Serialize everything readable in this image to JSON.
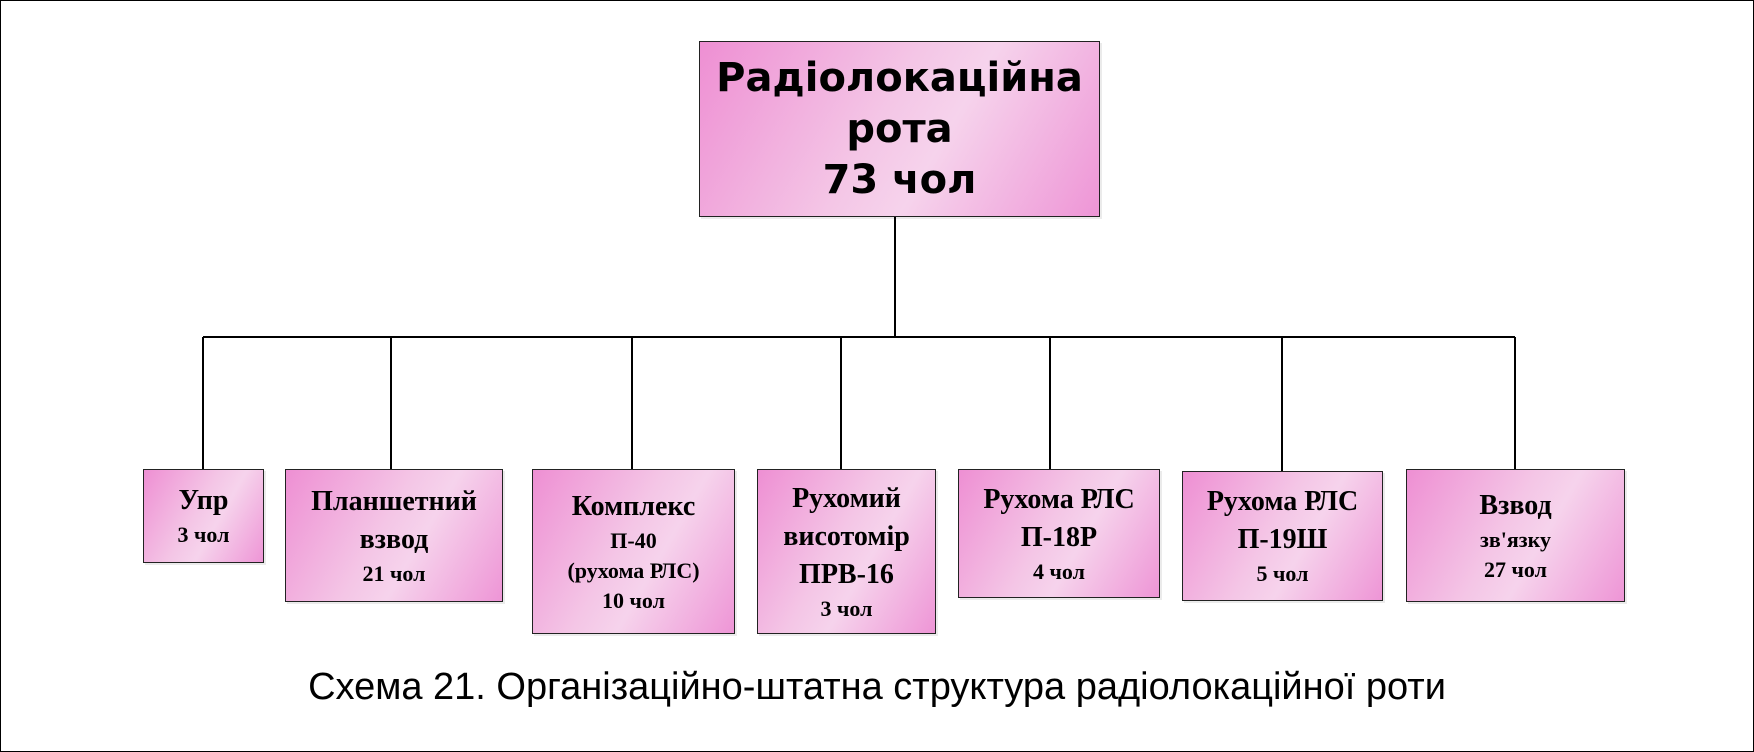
{
  "root": {
    "line1": "Радіолокаційна",
    "line2": "рота",
    "line3": "73 чол"
  },
  "units": [
    {
      "lines": [
        "Упр",
        "3 чол"
      ]
    },
    {
      "lines": [
        "Планшетний",
        "взвод",
        "21 чол"
      ]
    },
    {
      "lines": [
        "Комплекс",
        "П-40",
        "(рухома РЛС)",
        "10 чол"
      ]
    },
    {
      "lines": [
        "Рухомий",
        "висотомір",
        "ПРВ-16",
        "3 чол"
      ]
    },
    {
      "lines": [
        "Рухома РЛС",
        "П-18Р",
        "4 чол"
      ]
    },
    {
      "lines": [
        "Рухома РЛС",
        "П-19Ш",
        "5 чол"
      ]
    },
    {
      "lines": [
        "Взвод",
        "зв'язку",
        "27 чол"
      ]
    }
  ],
  "caption": "Схема 21. Організаційно-штатна структура радіолокаційної роти",
  "colors": {
    "box_light": "#f6d3ec",
    "box_dark": "#ee8fd3",
    "line": "#000000"
  }
}
